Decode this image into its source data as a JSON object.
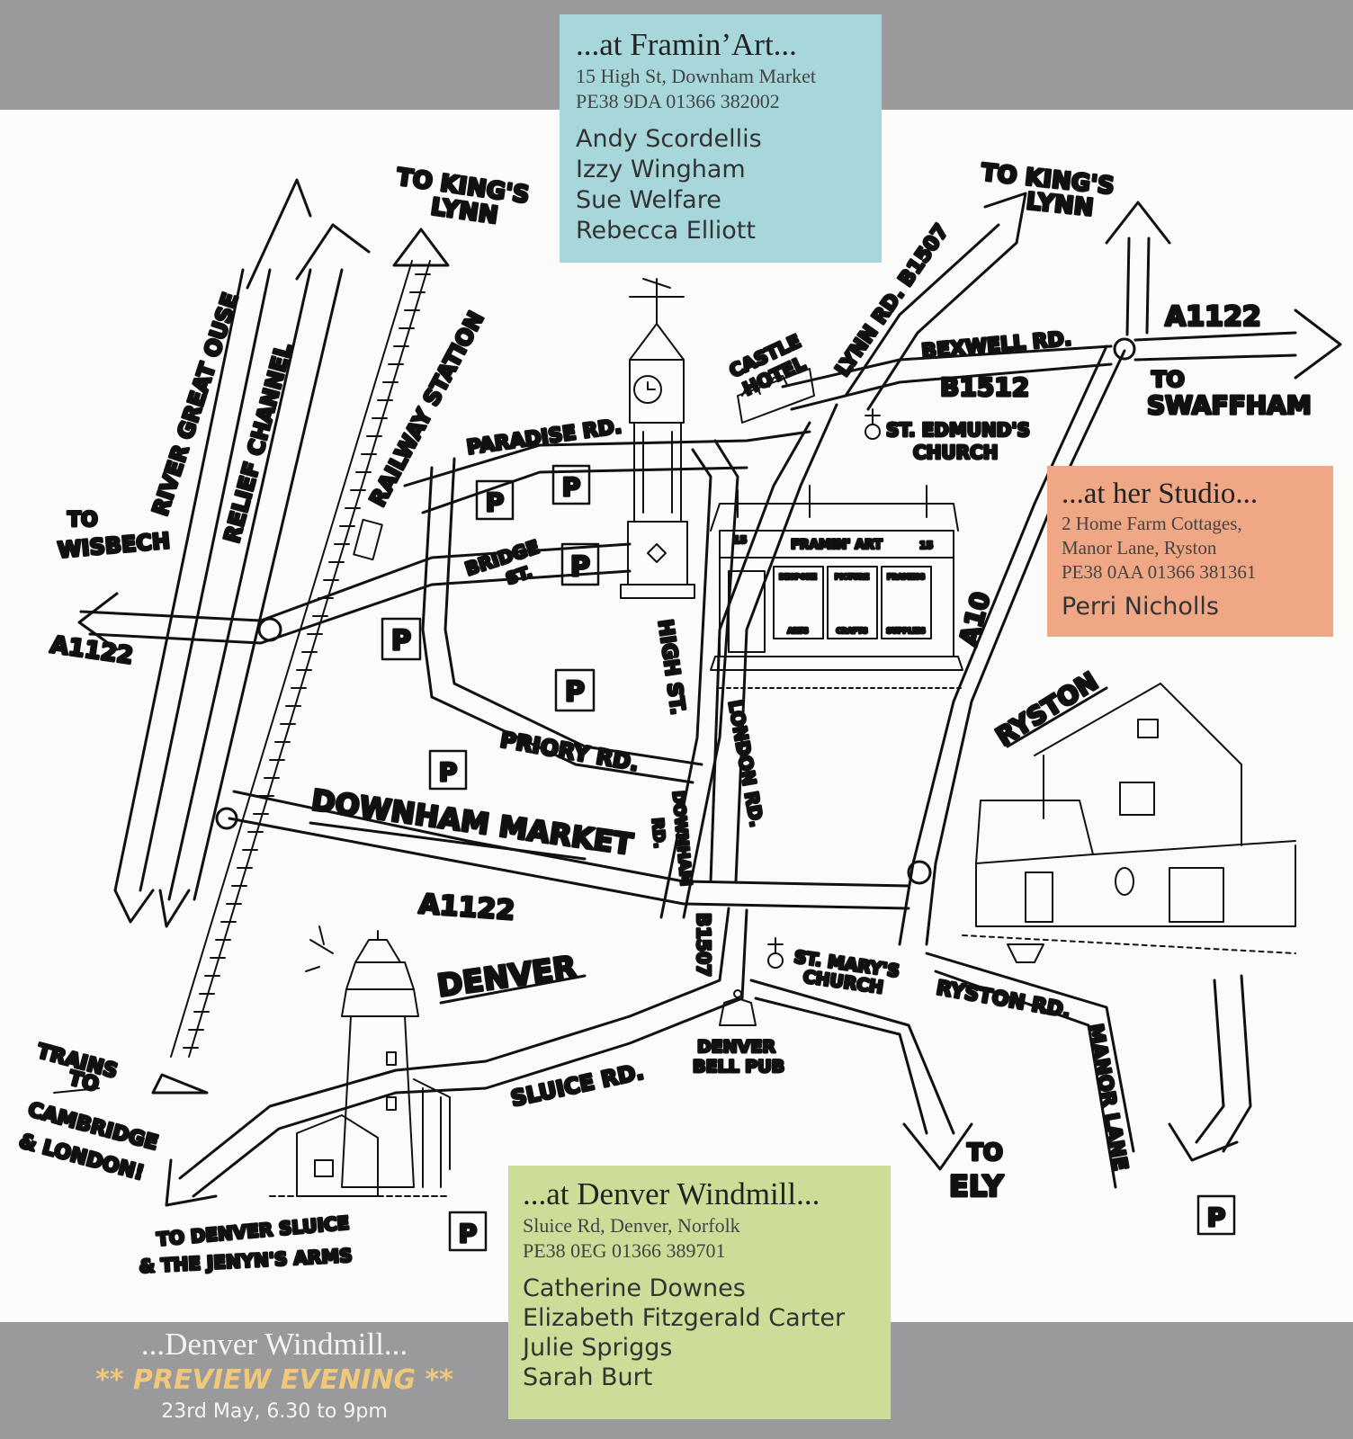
{
  "venues": {
    "framin": {
      "heading": "...at Framin’Art...",
      "address1": "15 High St, Downham Market",
      "address2": "PE38 9DA  01366 382002",
      "artists": [
        "Andy Scordellis",
        "Izzy Wingham",
        "Sue Welfare",
        "Rebecca Elliott"
      ]
    },
    "studio": {
      "heading": "...at her Studio...",
      "address1": "2 Home Farm Cottages,",
      "address2": "Manor Lane, Ryston",
      "address3": "PE38 0AA  01366 381361",
      "artists": [
        "Perri Nicholls"
      ]
    },
    "windmill": {
      "heading": "...at Denver Windmill...",
      "address1": "Sluice Rd, Denver, Norfolk",
      "address2": "PE38 0EG  01366 389701",
      "artists": [
        "Catherine Downes",
        "Elizabeth Fitzgerald Carter",
        "Julie Spriggs",
        "Sarah Burt"
      ]
    }
  },
  "preview": {
    "title": "...Denver Windmill...",
    "subtitle": "** PREVIEW EVENING **",
    "date": "23rd May, 6.30 to 9pm"
  },
  "map_labels": {
    "to_kings_lynn_1": "TO KING'S",
    "to_kings_lynn_2": "LYNN",
    "to_kings_lynn_b_1": "TO KING'S",
    "to_kings_lynn_b_2": "LYNN",
    "lynn_rd": "LYNN RD. B1507",
    "a1122_east": "A1122",
    "to_swaffham_1": "TO",
    "to_swaffham_2": "SWAFFHAM",
    "bexwell_rd": "BEXWELL RD.",
    "b1512": "B1512",
    "castle_hotel_1": "CASTLE",
    "castle_hotel_2": "HOTEL",
    "st_edmunds_1": "ST. EDMUND'S",
    "st_edmunds_2": "CHURCH",
    "river_great_ouse": "RIVER GREAT OUSE",
    "relief_channel": "RELIEF CHANNEL",
    "railway_station": "RAILWAY STATION",
    "paradise_rd": "PARADISE RD.",
    "bridge_st_1": "BRIDGE",
    "bridge_st_2": "ST.",
    "to_wisbech_1": "TO",
    "to_wisbech_2": "WISBECH",
    "a1122_west": "A1122",
    "high_st": "HIGH ST.",
    "london_rd": "LONDON RD.",
    "a10": "A10",
    "ryston": "RYSTON",
    "priory_rd": "PRIORY RD.",
    "downham_market": "DOWNHAM MARKET",
    "downham_rd_1": "DOWNHAM",
    "downham_rd_2": "RD.",
    "a1122_south": "A1122",
    "b1507": "B1507",
    "st_marys_1": "ST. MARY'S",
    "st_marys_2": "CHURCH",
    "denver": "DENVER",
    "ryston_rd": "RYSTON RD.",
    "manor_lane": "MANOR LANE",
    "denver_bell_1": "DENVER",
    "denver_bell_2": "BELL PUB",
    "sluice_rd": "SLUICE RD.",
    "trains_1": "TRAINS",
    "trains_2": "TO",
    "trains_3": "CAMBRIDGE",
    "trains_4": "& LONDON!",
    "to_denver_sluice_1": "TO DENVER SLUICE",
    "to_denver_sluice_2": "& THE JENYN'S ARMS",
    "to_ely_1": "TO",
    "to_ely_2": "ELY",
    "shop_sign": "FRAMIN' ART",
    "shop_no_l": "15",
    "shop_no_r": "15",
    "shop_w1": "BESPOKE",
    "shop_w2": "PICTURE",
    "shop_w3": "FRAMING",
    "shop_b1": "ARTS",
    "shop_b2": "CRAFTS",
    "shop_b3": "SUPPLIES",
    "parking": "P"
  }
}
